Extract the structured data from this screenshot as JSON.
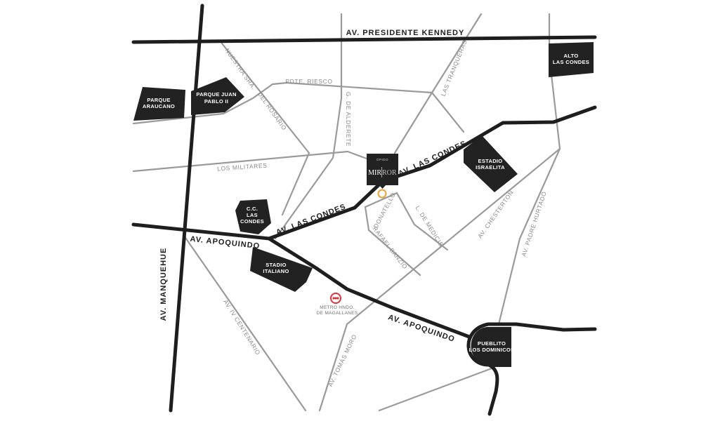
{
  "major_roads": {
    "kennedy": "AV. PRESIDENTE KENNEDY",
    "manquehue": "AV. MANQUEHUE",
    "apoquindo_west": "AV. APOQUINDO",
    "apoquindo_east": "AV. APOQUINDO",
    "las_condes_west": "AV. LAS CONDES",
    "las_condes_east": "AV. LAS CONDES"
  },
  "minor_roads": {
    "nuestra_sra": "NUESTRA SRA.",
    "del_rosario": "DEL ROSARIO",
    "pdte_riesco": "PDTE. RIESCO",
    "g_de_alderete": "G. DE ALDERETE",
    "las_tranqueras": "LAS TRANQUERAS",
    "los_militares": "LOS MILITARES",
    "donatello": "DONATELLO",
    "l_de_medicis": "L. DE MEDICIS",
    "rafael_sanzio": "RAFAEL SANZIO",
    "av_chesterton": "AV. CHESTERTON",
    "av_padre_hurtado": "AV. PADRE HURTADO",
    "av_iv_centenario": "AV. IV CENTENARIO",
    "av_tomas_moro": "AV. TOMÁS MORO"
  },
  "landmarks": {
    "parque_araucano": [
      "PARQUE",
      "ARAUCANO"
    ],
    "parque_juan_pablo": [
      "PARQUE JUAN",
      "PABLO II"
    ],
    "alto_las_condes": [
      "ALTO",
      "LAS CONDES"
    ],
    "estadio_israelita": [
      "ESTADIO",
      "ISRAELITA"
    ],
    "cc_las_condes": [
      "C.C.",
      "LAS",
      "CONDES"
    ],
    "stadio_italiano": [
      "STADIO",
      "ITALIANO"
    ],
    "pueblito_los_dominicos": [
      "PUEBLITO",
      "LOS DOMINICOS"
    ]
  },
  "metro": {
    "line1": "METRO HNDO.",
    "line2": "DE MAGALLANES"
  },
  "project": {
    "top": "OPIDO",
    "name_a": "MIR",
    "name_b": "ROR"
  },
  "colors": {
    "major_road": "#1e1e1e",
    "minor_road": "#9a9a9a",
    "landmark": "#222222",
    "marker_ring": "#e8a33c",
    "metro_icon": "#d9343a"
  },
  "icons": {
    "metro": "metro-icon",
    "location": "location-ring-icon"
  }
}
